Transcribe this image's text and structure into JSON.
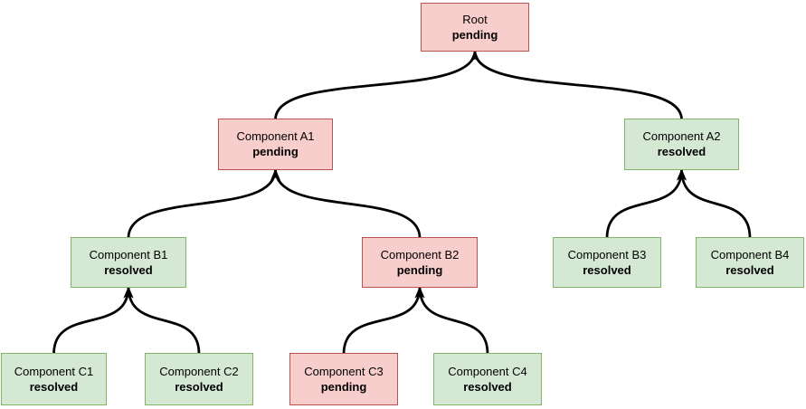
{
  "diagram": {
    "type": "tree",
    "orientation": "children-point-to-parent",
    "edge_color": "#000000",
    "arrow_style": "classic-filled",
    "status_colors": {
      "pending": {
        "fill": "#f8cecc",
        "stroke": "#b85450"
      },
      "resolved": {
        "fill": "#d5e8d4",
        "stroke": "#82b366"
      }
    },
    "text_color": "#000000",
    "background_color": "#ffffff",
    "nodes": [
      {
        "id": "root",
        "label": "Root",
        "status": "pending"
      },
      {
        "id": "a1",
        "label": "Component A1",
        "status": "pending"
      },
      {
        "id": "a2",
        "label": "Component A2",
        "status": "resolved"
      },
      {
        "id": "b1",
        "label": "Component B1",
        "status": "resolved"
      },
      {
        "id": "b2",
        "label": "Component B2",
        "status": "pending"
      },
      {
        "id": "b3",
        "label": "Component B3",
        "status": "resolved"
      },
      {
        "id": "b4",
        "label": "Component B4",
        "status": "resolved"
      },
      {
        "id": "c1",
        "label": "Component C1",
        "status": "resolved"
      },
      {
        "id": "c2",
        "label": "Component C2",
        "status": "resolved"
      },
      {
        "id": "c3",
        "label": "Component C3",
        "status": "pending"
      },
      {
        "id": "c4",
        "label": "Component C4",
        "status": "resolved"
      }
    ],
    "edges": [
      {
        "from": "a1",
        "to": "root"
      },
      {
        "from": "a2",
        "to": "root"
      },
      {
        "from": "b1",
        "to": "a1"
      },
      {
        "from": "b2",
        "to": "a1"
      },
      {
        "from": "b3",
        "to": "a2"
      },
      {
        "from": "b4",
        "to": "a2"
      },
      {
        "from": "c1",
        "to": "b1"
      },
      {
        "from": "c2",
        "to": "b1"
      },
      {
        "from": "c3",
        "to": "b2"
      },
      {
        "from": "c4",
        "to": "b2"
      }
    ]
  }
}
